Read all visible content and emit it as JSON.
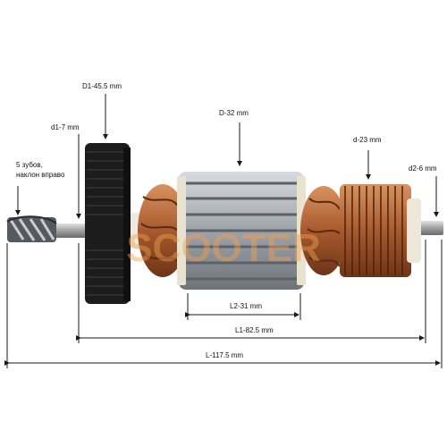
{
  "dimensions": {
    "d1_outer": "D1-45.5 mm",
    "d1_inner": "d1-7 mm",
    "teeth_line1": "5 зубов,",
    "teeth_line2": "наклон вправо",
    "core_diameter": "D-32 mm",
    "commutator_diameter": "d-23 mm",
    "shaft_end_diameter": "d2-6 mm",
    "core_length": "L2-31 mm",
    "length_l1": "L1-82.5 mm",
    "total_length": "L-117.5 mm"
  },
  "watermark": "SCOOTER",
  "colors": {
    "line": "#1a1a1a",
    "copper": "#b5673a",
    "steel": "#a9adb3",
    "fan": "#1c1c1c",
    "watermark": "#f0a050"
  }
}
